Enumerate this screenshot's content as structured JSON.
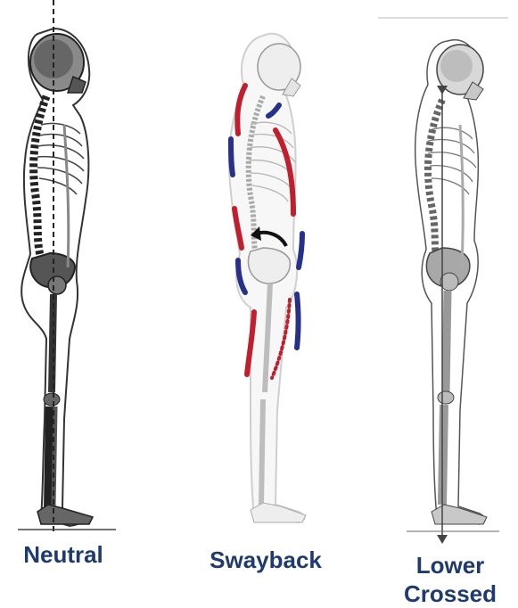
{
  "figures": [
    {
      "id": "neutral",
      "label": "Neutral"
    },
    {
      "id": "swayback",
      "label": "Swayback"
    },
    {
      "id": "lower-crossed",
      "label_line1": "Lower",
      "label_line2": "Crossed"
    }
  ],
  "colors": {
    "label": "#1f3a6e",
    "tight_muscle": "#c0202e",
    "weak_muscle": "#27318a",
    "plumb_line": "#222222",
    "bone_shade": "#9a9a9a",
    "outline": "#333333"
  },
  "icons": {
    "pelvis_tilt": "curved-arrow-left-icon",
    "plumb_line_end": "arrow-down-icon"
  }
}
